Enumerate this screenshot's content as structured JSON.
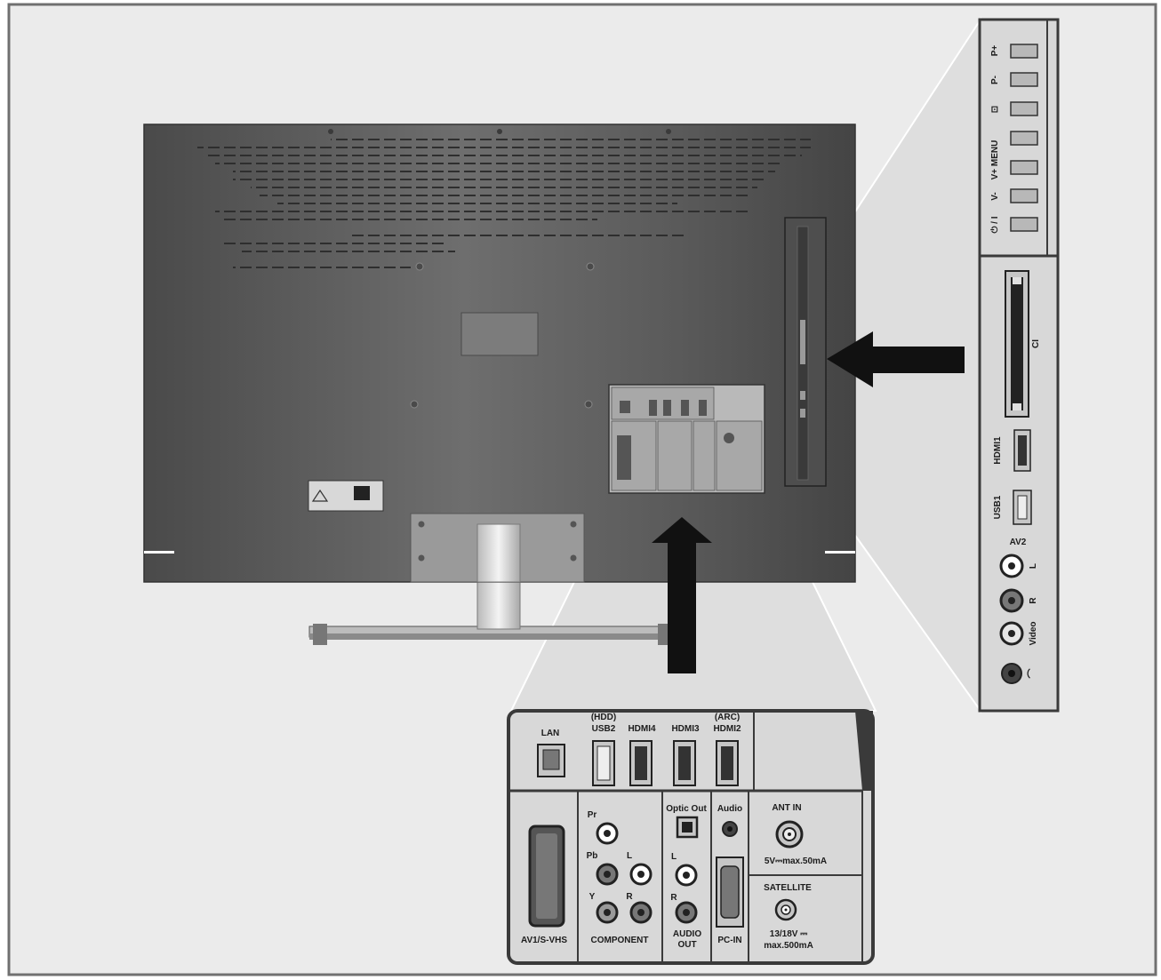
{
  "panel_labels": {
    "lan": "LAN",
    "usb2_hdd": "(HDD)",
    "usb2": "USB2",
    "hdmi4": "HDMI4",
    "hdmi3": "HDMI3",
    "hdmi2_arc": "(ARC)",
    "hdmi2": "HDMI2",
    "av1": "AV1/S-VHS",
    "pr": "Pr",
    "pb": "Pb",
    "y": "Y",
    "comp_l": "L",
    "comp_r": "R",
    "component": "COMPONENT",
    "optic_out": "Optic Out",
    "audio": "Audio",
    "audio_out_l": "L",
    "audio_out_r": "R",
    "audio_out_1": "AUDIO",
    "audio_out_2": "OUT",
    "pc_in": "PC-IN",
    "ant_in": "ANT IN",
    "ant_spec": "5V⎓max.50mA",
    "satellite": "SATELLITE",
    "sat_spec_1": "13/18V ⎓",
    "sat_spec_2": "max.500mA"
  },
  "side_labels": {
    "p_plus": "P+",
    "p_minus": "P-",
    "source": "⊡",
    "menu": "V+ MENU",
    "v_minus": "V-",
    "power": "⏻ / I",
    "ci": "CI",
    "hdmi1": "HDMI1",
    "usb1": "USB1",
    "av2": "AV2",
    "av2_l": "L",
    "av2_r": "R",
    "av2_video": "Video",
    "headphone": "⌒"
  },
  "colors": {
    "background": "#ebebeb",
    "tv_body": "#5b5b5b",
    "panel_fill": "#dadada",
    "panel_border": "#3a3a3a",
    "arrow": "#111111"
  }
}
